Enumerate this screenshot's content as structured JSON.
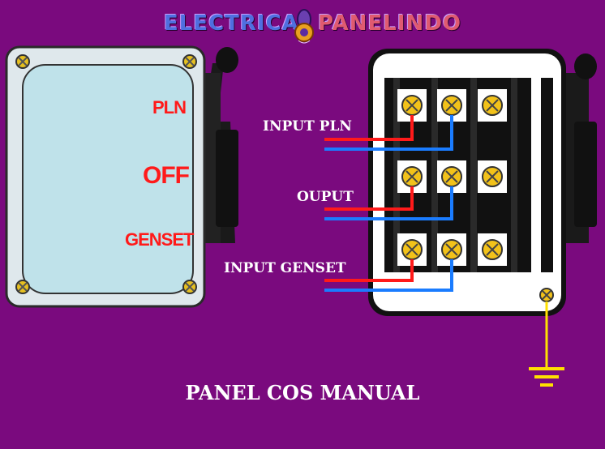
{
  "brand": {
    "left_text": "ELECTRICAL",
    "right_text": "PANELINDO"
  },
  "switch_face": {
    "pos_top": "PLN",
    "pos_mid": "OFF",
    "pos_bottom": "GENSET"
  },
  "wiring": {
    "input_pln": "INPUT PLN",
    "output": "OUPUT",
    "input_genset": "INPUT GENSET"
  },
  "caption": "PANEL COS MANUAL",
  "colors": {
    "background": "#7a0a7e",
    "line_phase": "#ff1a1a",
    "line_neutral": "#1a7cff",
    "ground": "#ffe000",
    "terminal": "#f2c21a"
  }
}
